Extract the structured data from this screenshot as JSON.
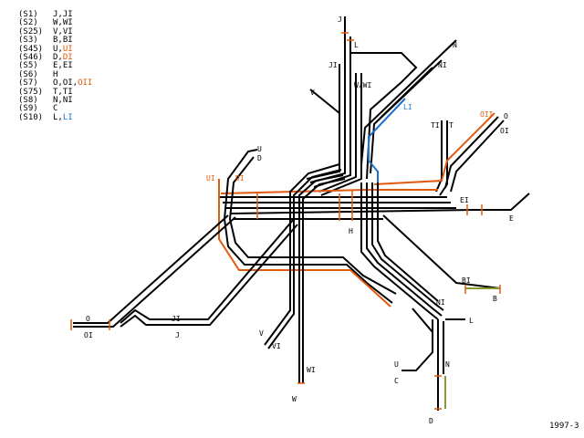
{
  "legend": [
    {
      "code": "(S1)",
      "lines": "J,JI",
      "alt": ""
    },
    {
      "code": "(S2)",
      "lines": "W,WI",
      "alt": ""
    },
    {
      "code": "(S25)",
      "lines": "V,VI",
      "alt": ""
    },
    {
      "code": "(S3)",
      "lines": "B,BI",
      "alt": ""
    },
    {
      "code": "(S45)",
      "lines": "U,",
      "alt": "UI"
    },
    {
      "code": "(S46)",
      "lines": "D,",
      "alt": "DI"
    },
    {
      "code": "(S5)",
      "lines": "E,EI",
      "alt": ""
    },
    {
      "code": "(S6)",
      "lines": "H",
      "alt": ""
    },
    {
      "code": "(S7)",
      "lines": "O,OI,",
      "alt": "OII"
    },
    {
      "code": "(S75)",
      "lines": "T,TI",
      "alt": ""
    },
    {
      "code": "(S8)",
      "lines": "N,NI",
      "alt": ""
    },
    {
      "code": "(S9)",
      "lines": "C",
      "alt": ""
    },
    {
      "code": "(S10)",
      "lines": "L,",
      "alt": "LI"
    }
  ],
  "labels": {
    "J": "J",
    "L_top": "L",
    "N_top": "N",
    "NI_top": "NI",
    "JI_top": "JI",
    "W_WI": "W/WI",
    "V_top": "V",
    "LI": "LI",
    "TI": "TI",
    "T": "T",
    "OII": "OII",
    "O_right": "O",
    "OI_right": "OI",
    "U_top": "U",
    "D_top": "D",
    "UI": "UI",
    "DI": "DI",
    "EI": "EI",
    "E": "E",
    "H": "H",
    "BI": "BI",
    "B": "B",
    "NI_mid": "NI",
    "L_right": "L",
    "O_left": "O",
    "OI_left": "OI",
    "JI_bot": "JI",
    "J_bot": "J",
    "V_bot": "V",
    "VI": "VI",
    "WI": "WI",
    "W": "W",
    "U_bot": "U",
    "C": "C",
    "N_bot": "N",
    "D_bot": "D"
  },
  "date": "1997-3",
  "colors": {
    "line": "#000000",
    "orange": "#e05a10",
    "blue": "#1a6fd0",
    "olive": "#8a9a30"
  }
}
